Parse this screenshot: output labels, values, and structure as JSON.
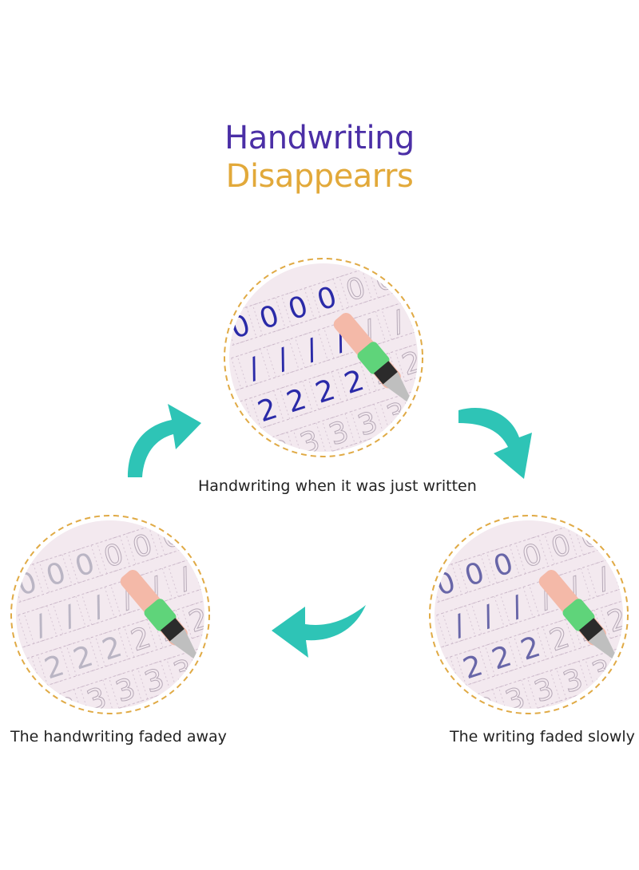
{
  "title": {
    "line1": "Handwriting",
    "line2": "Disappearrs",
    "line1_color": "#4b2fa6",
    "line2_color": "#e2a93a"
  },
  "accent_color": "#2ec4b6",
  "circle_border_color": "#e0aa45",
  "stages": [
    {
      "caption": "Handwriting when it was just written",
      "ink": "fresh"
    },
    {
      "caption": "The writing faded slowly",
      "ink": "fading"
    },
    {
      "caption": "The handwriting faded away",
      "ink": "faded"
    }
  ],
  "arrows": [
    {
      "icon": "curved-arrow-icon",
      "direction": "up-right"
    },
    {
      "icon": "curved-arrow-icon",
      "direction": "down-right"
    },
    {
      "icon": "curved-arrow-icon",
      "direction": "left"
    }
  ]
}
